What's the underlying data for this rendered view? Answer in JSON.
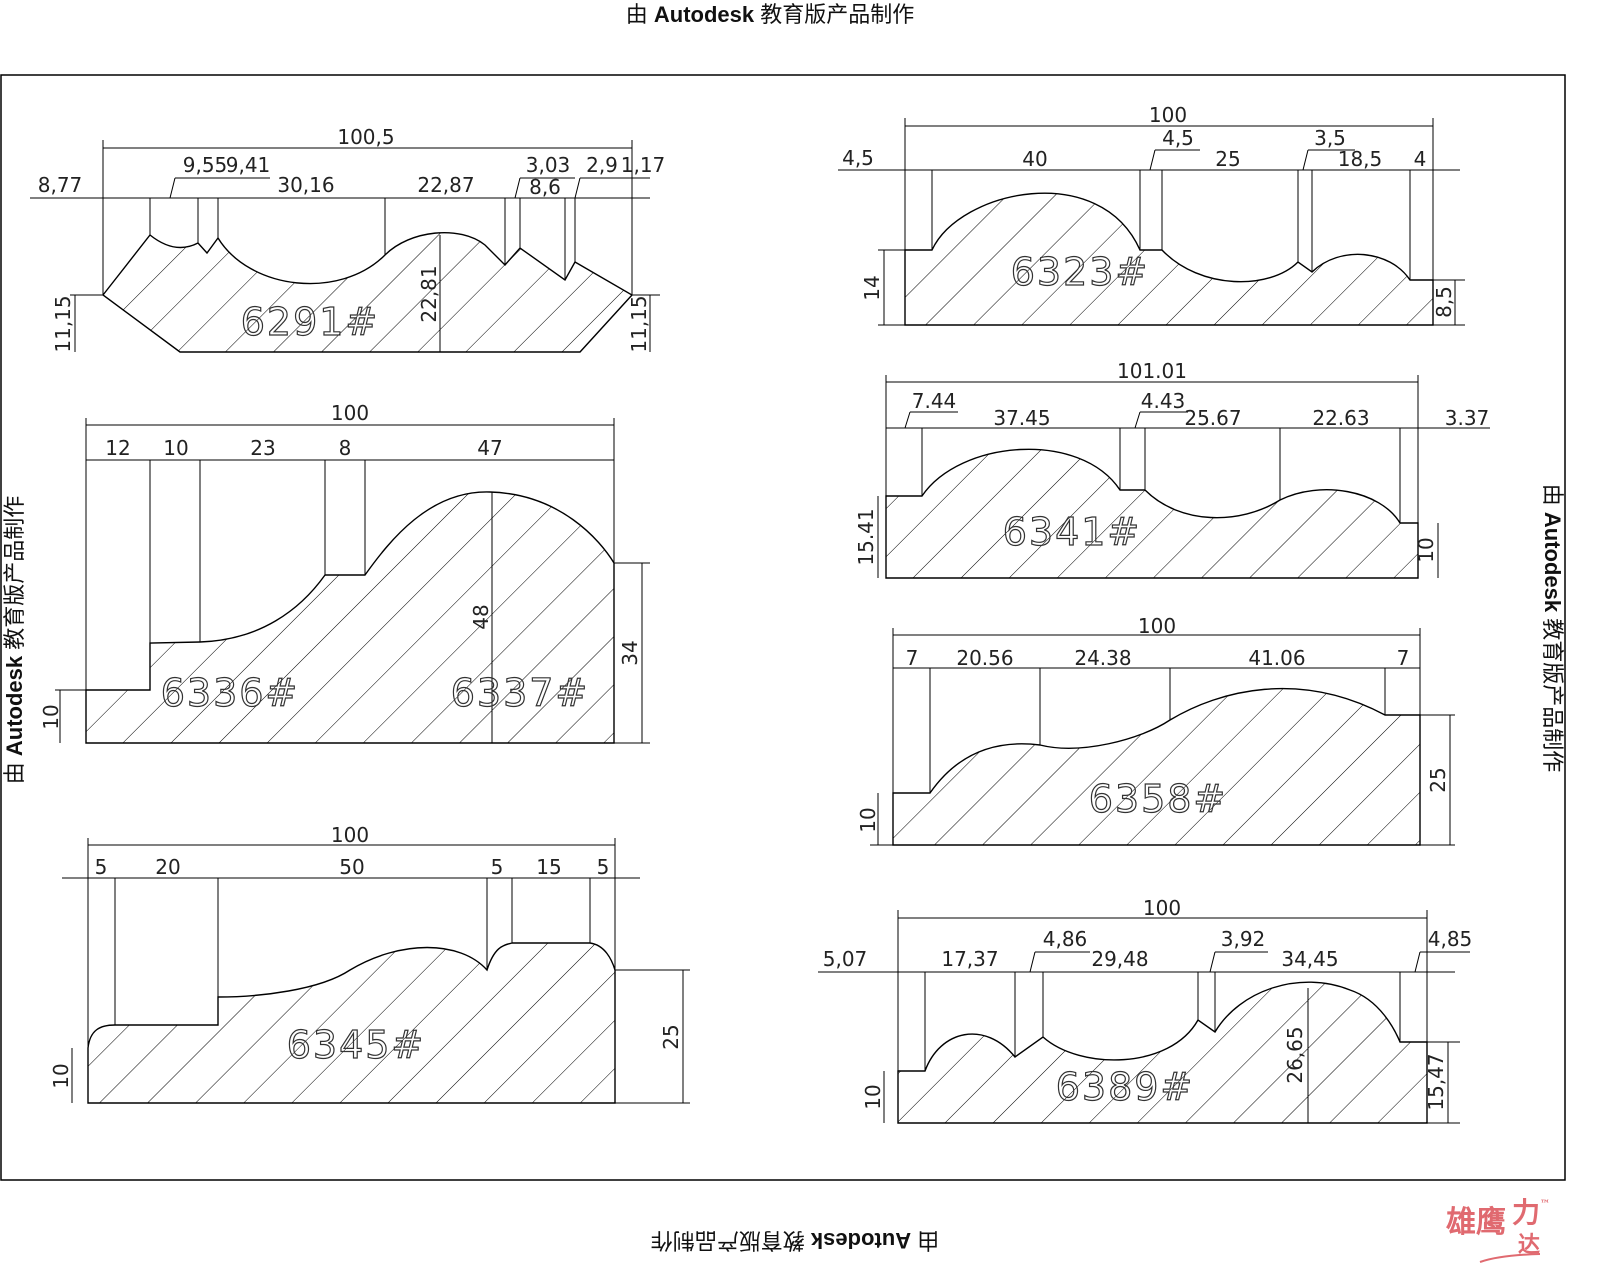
{
  "watermark": {
    "prefix": "由 ",
    "brand": "Autodesk",
    "suffix": " 教育版产品制作"
  },
  "logo": {
    "text": "雄鹰力达",
    "tm": "™",
    "color": "#e06a70"
  },
  "profiles": [
    {
      "label": "6291#",
      "dims": [
        "100,5",
        "8,77",
        "9,55",
        "9,41",
        "30,16",
        "22,87",
        "3,03",
        "8,6",
        "2,9",
        "1,17",
        "11,15",
        "22,81",
        "11,15"
      ]
    },
    {
      "label": "6323#",
      "dims": [
        "100",
        "4,5",
        "40",
        "4,5",
        "25",
        "3,5",
        "18,5",
        "4",
        "14",
        "8,5"
      ]
    },
    {
      "label": "6341#",
      "dims": [
        "101.01",
        "7.44",
        "37.45",
        "4.43",
        "25.67",
        "22.63",
        "3.37",
        "15.41",
        "10"
      ]
    },
    {
      "label": "6358#",
      "dims": [
        "100",
        "7",
        "20.56",
        "24.38",
        "41.06",
        "7",
        "10",
        "25"
      ]
    },
    {
      "label": "6389#",
      "dims": [
        "100",
        "5,07",
        "17,37",
        "4,86",
        "29,48",
        "3,92",
        "34,45",
        "4,85",
        "10",
        "26,65",
        "15,47"
      ]
    },
    {
      "labels": [
        "6336#",
        "6337#"
      ],
      "dims": [
        "100",
        "12",
        "10",
        "23",
        "8",
        "47",
        "48",
        "34",
        "10"
      ]
    },
    {
      "label": "6345#",
      "dims": [
        "100",
        "5",
        "20",
        "50",
        "5",
        "15",
        "5",
        "10",
        "25"
      ]
    }
  ]
}
